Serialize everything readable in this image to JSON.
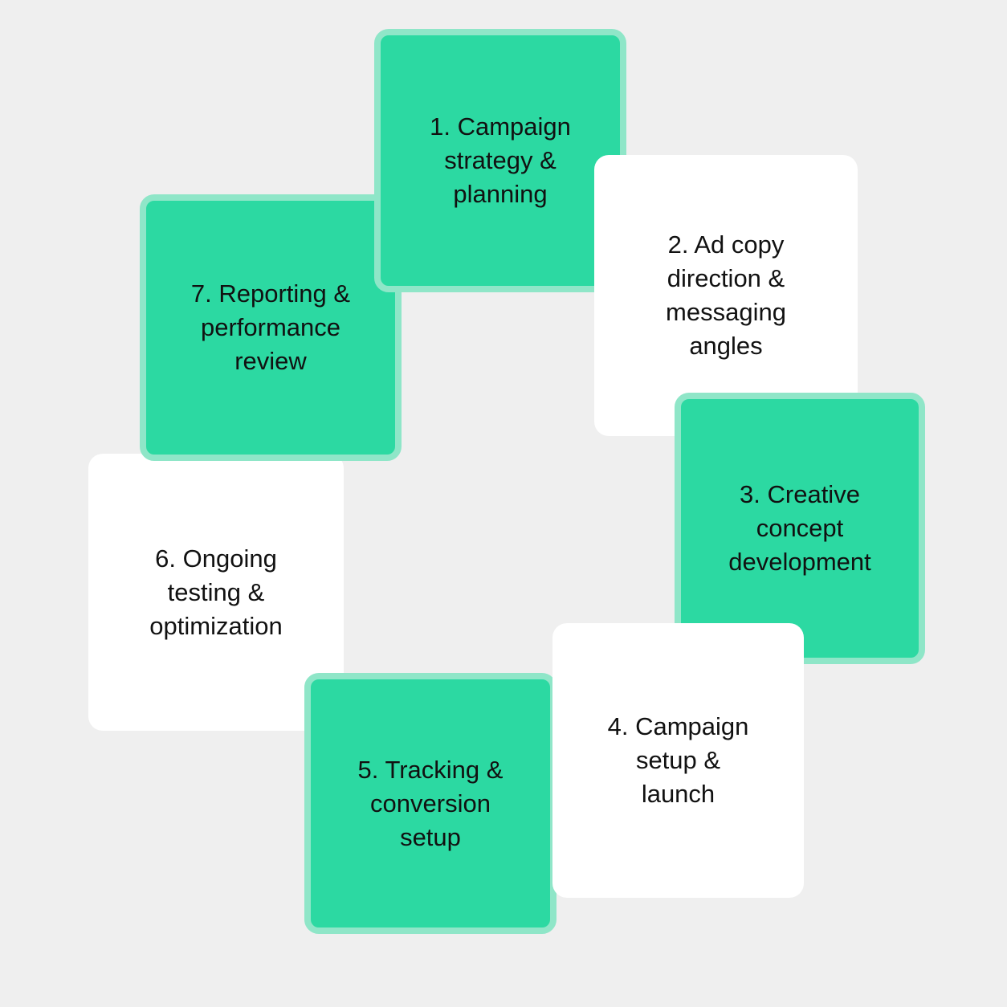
{
  "diagram": {
    "steps": [
      {
        "label": "1. Campaign\nstrategy &\nplanning",
        "style": "green"
      },
      {
        "label": "2. Ad copy\ndirection &\nmessaging\nangles",
        "style": "white"
      },
      {
        "label": "3. Creative\nconcept\ndevelopment",
        "style": "green"
      },
      {
        "label": "4. Campaign\nsetup &\nlaunch",
        "style": "white"
      },
      {
        "label": "5. Tracking &\nconversion\nsetup",
        "style": "green"
      },
      {
        "label": "6. Ongoing\ntesting &\noptimization",
        "style": "white"
      },
      {
        "label": "7. Reporting &\nperformance\nreview",
        "style": "green"
      }
    ],
    "colors": {
      "background": "#efefef",
      "green_fill": "#2cd9a2",
      "green_border": "#8fe6c8",
      "white_fill": "#ffffff",
      "text": "#111111"
    }
  }
}
